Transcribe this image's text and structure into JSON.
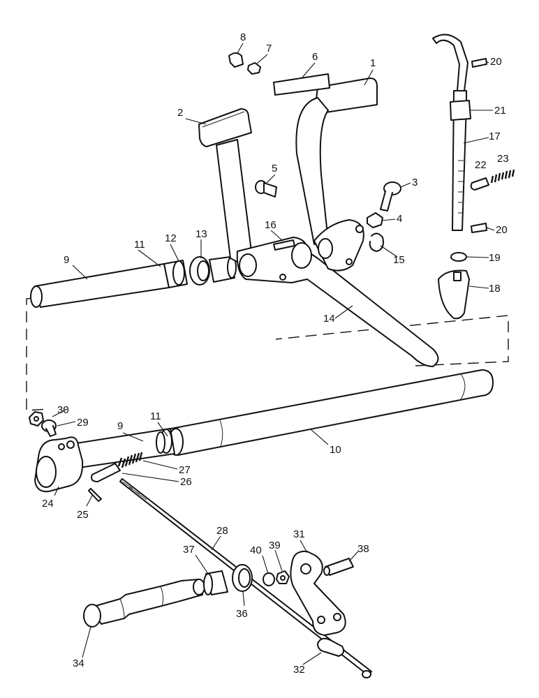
{
  "callouts": [
    {
      "id": "c1",
      "text": "1"
    },
    {
      "id": "c2",
      "text": "2"
    },
    {
      "id": "c3",
      "text": "3"
    },
    {
      "id": "c4",
      "text": "4"
    },
    {
      "id": "c5",
      "text": "5"
    },
    {
      "id": "c6",
      "text": "6"
    },
    {
      "id": "c7",
      "text": "7"
    },
    {
      "id": "c8",
      "text": "8"
    },
    {
      "id": "c9a",
      "text": "9"
    },
    {
      "id": "c9b",
      "text": "9"
    },
    {
      "id": "c10",
      "text": "10"
    },
    {
      "id": "c11a",
      "text": "11"
    },
    {
      "id": "c11b",
      "text": "11"
    },
    {
      "id": "c12",
      "text": "12"
    },
    {
      "id": "c13",
      "text": "13"
    },
    {
      "id": "c14",
      "text": "14"
    },
    {
      "id": "c15",
      "text": "15"
    },
    {
      "id": "c16",
      "text": "16"
    },
    {
      "id": "c17",
      "text": "17"
    },
    {
      "id": "c18",
      "text": "18"
    },
    {
      "id": "c19",
      "text": "19"
    },
    {
      "id": "c20a",
      "text": "20"
    },
    {
      "id": "c20b",
      "text": "20"
    },
    {
      "id": "c21",
      "text": "21"
    },
    {
      "id": "c22",
      "text": "22"
    },
    {
      "id": "c23",
      "text": "23"
    },
    {
      "id": "c24",
      "text": "24"
    },
    {
      "id": "c25",
      "text": "25"
    },
    {
      "id": "c26",
      "text": "26"
    },
    {
      "id": "c27",
      "text": "27"
    },
    {
      "id": "c28",
      "text": "28"
    },
    {
      "id": "c29",
      "text": "29"
    },
    {
      "id": "c30",
      "text": "30"
    },
    {
      "id": "c31",
      "text": "31"
    },
    {
      "id": "c32",
      "text": "32"
    },
    {
      "id": "c34",
      "text": "34"
    },
    {
      "id": "c36",
      "text": "36"
    },
    {
      "id": "c37",
      "text": "37"
    },
    {
      "id": "c38",
      "text": "38"
    },
    {
      "id": "c39",
      "text": "39"
    },
    {
      "id": "c40",
      "text": "40"
    }
  ]
}
